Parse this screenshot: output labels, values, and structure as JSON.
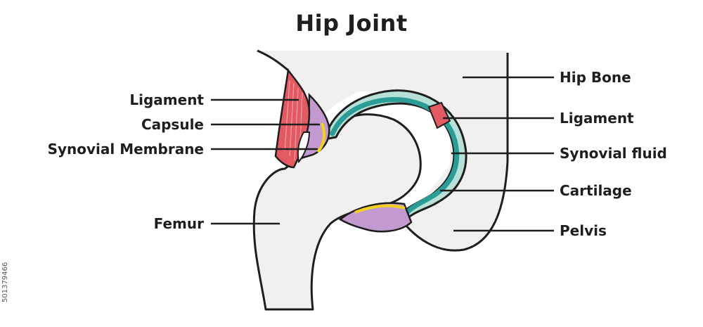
{
  "title": "Hip Joint",
  "labels": {
    "ligament_left": "Ligament",
    "capsule": "Capsule",
    "synovial_membrane": "Synovial Membrane",
    "femur": "Femur",
    "hip_bone": "Hip Bone",
    "ligament_right": "Ligament",
    "synovial_fluid": "Synovial fluid",
    "cartilage": "Cartilage",
    "pelvis": "Pelvis"
  },
  "watermark": "501379466",
  "colors": {
    "outline": "#1e1e1e",
    "bone": "#f0f0f0",
    "cartilage_teal": "#b7e0d8",
    "synovial_fluid": "#2b9c96",
    "ligament_red": "#e35a62",
    "capsule_purple": "#c39ad0",
    "membrane_yellow": "#f3d21e"
  }
}
